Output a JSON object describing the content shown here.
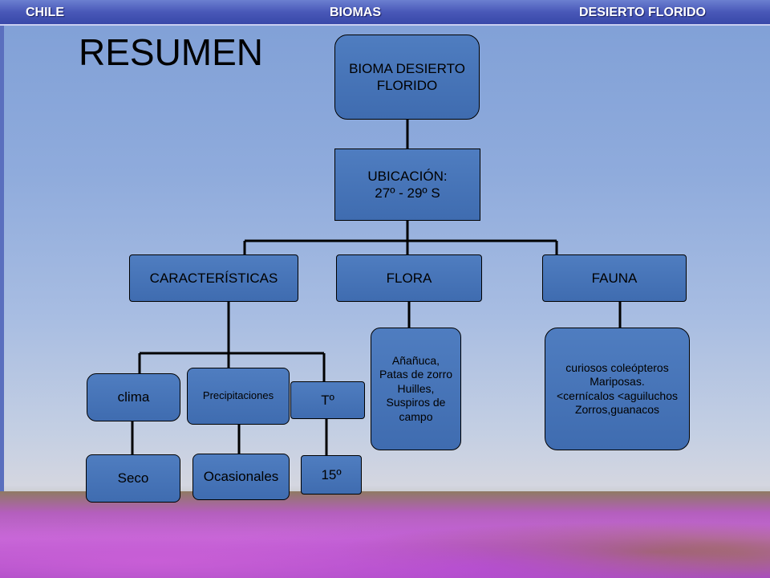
{
  "header": {
    "left": "CHILE",
    "center": "BIOMAS",
    "right": "DESIERTO FLORIDO"
  },
  "title": "RESUMEN",
  "nodes": {
    "root": "BIOMA DESIERTO\nFLORIDO",
    "location": "UBICACIÓN:\n27º - 29º S",
    "characteristics": "CARACTERÍSTICAS",
    "flora": "FLORA",
    "fauna": "FAUNA",
    "climate": "clima",
    "precipitation": "Precipitaciones",
    "temperature": "Tº",
    "climate_value": "Seco",
    "precipitation_value": "Ocasionales",
    "temperature_value": "15º",
    "flora_list": "Añañuca,\nPatas de zorro\nHuilles,\nSuspiros de\ncampo",
    "fauna_list": "curiosos coleópteros\nMariposas.\n<cernícalos <aguiluchos\nZorros,guanacos"
  },
  "colors": {
    "node_fill": "#4a78bc",
    "header_bar": "#4656b8",
    "connector": "#000000"
  }
}
